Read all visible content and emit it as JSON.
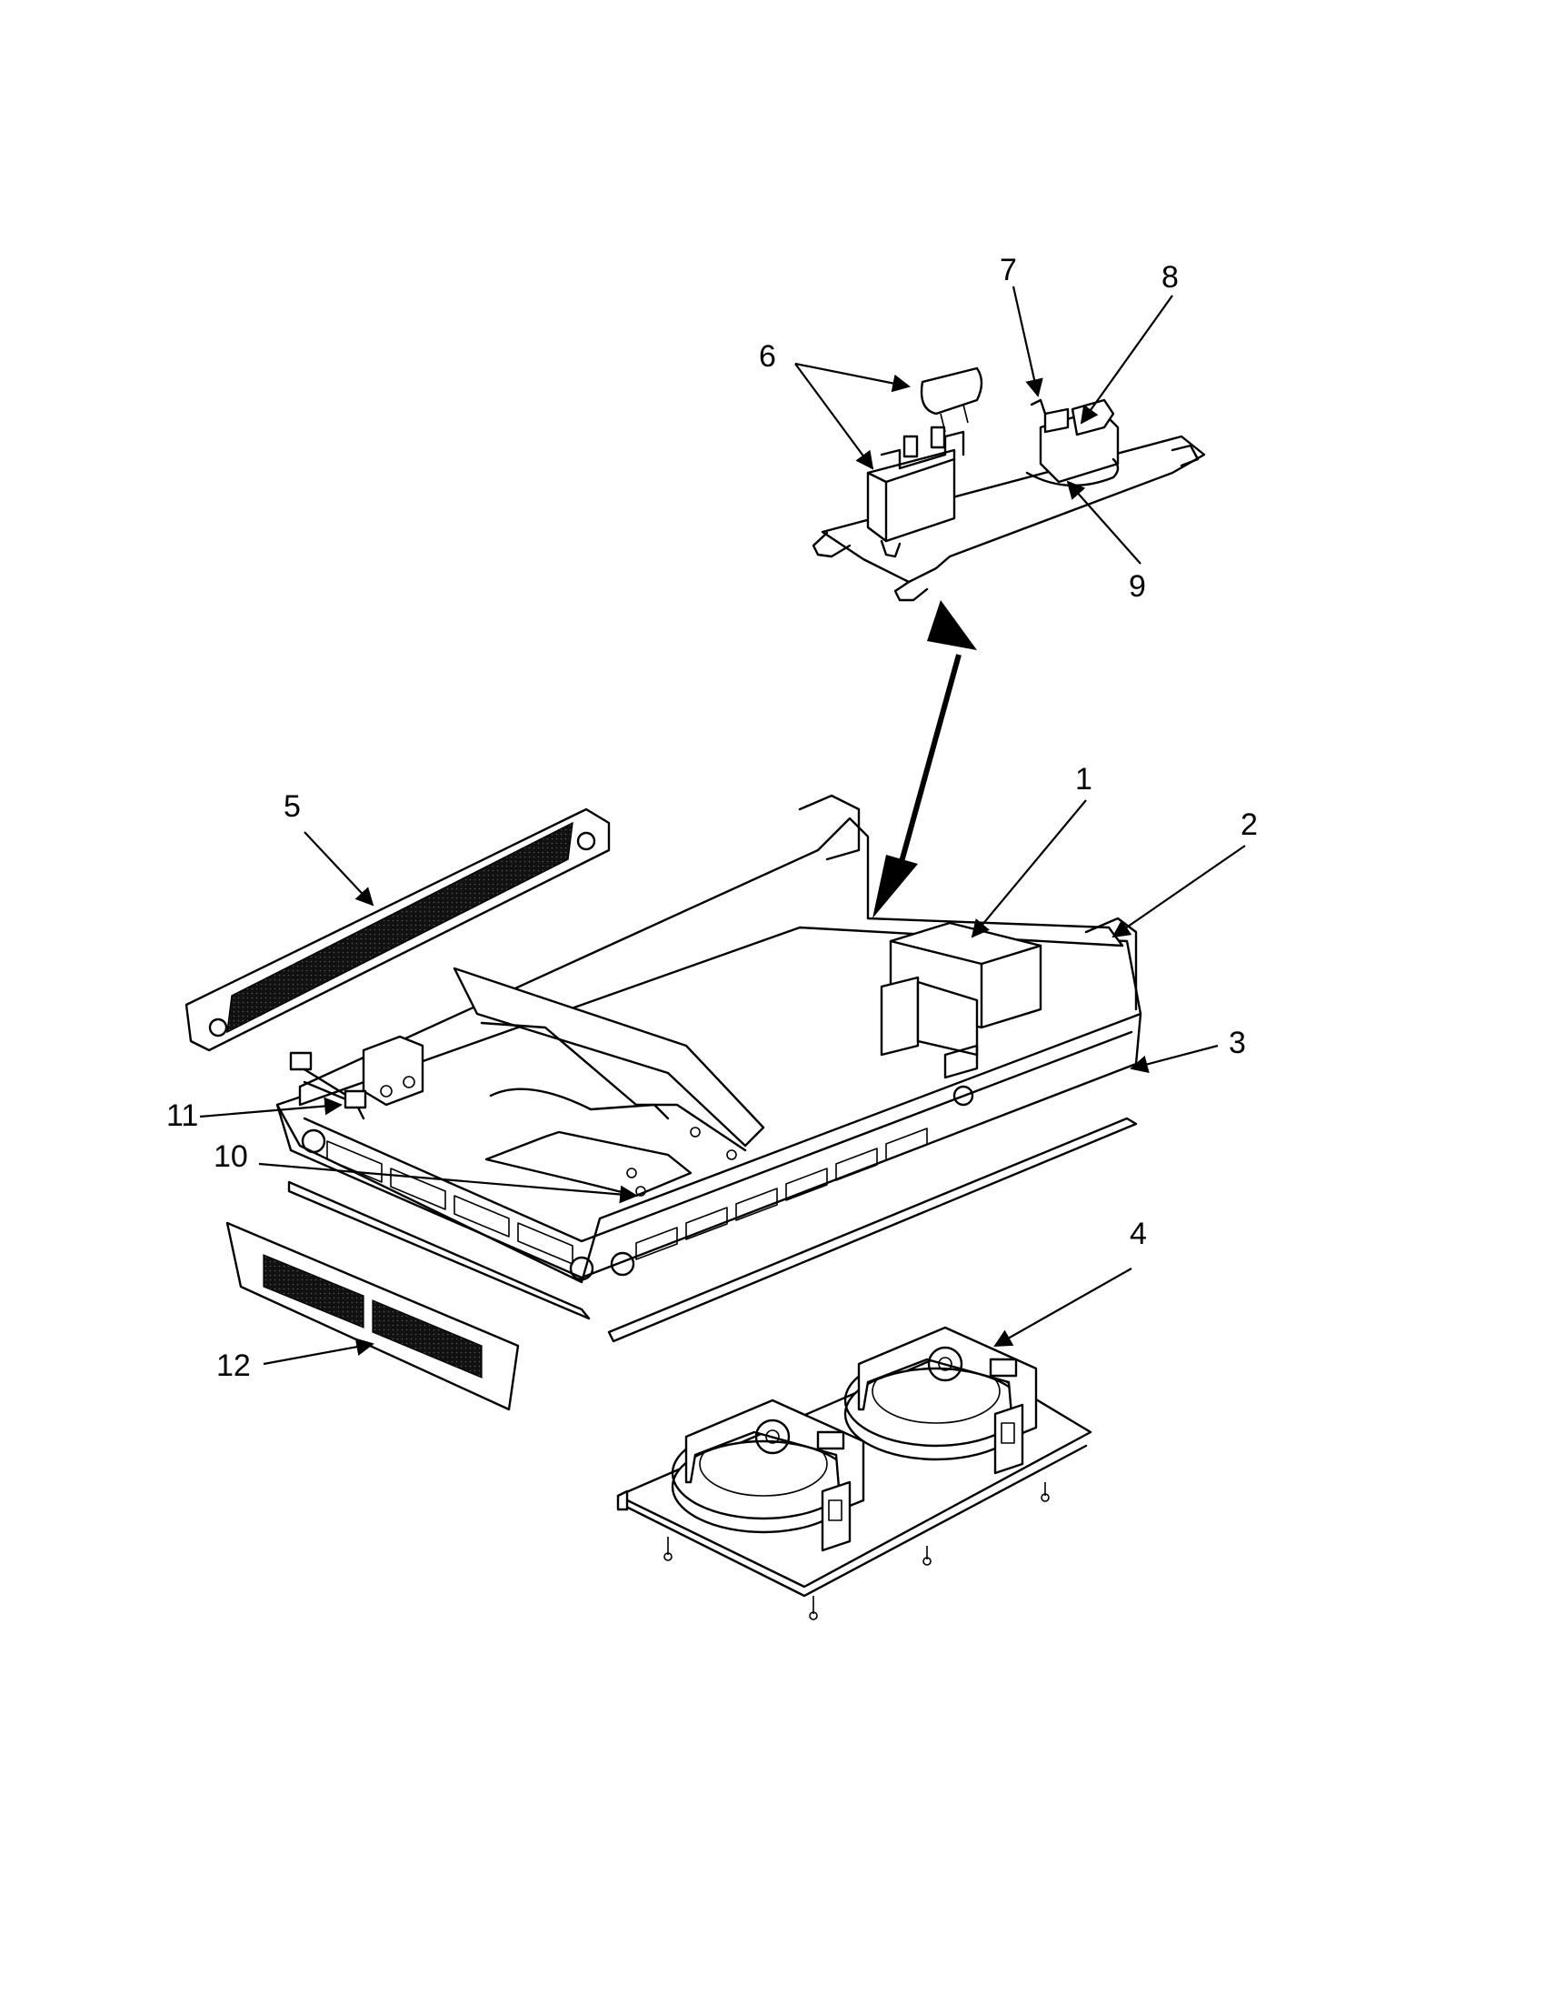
{
  "diagram": {
    "callouts": [
      {
        "id": "1",
        "label": "1"
      },
      {
        "id": "2",
        "label": "2"
      },
      {
        "id": "3",
        "label": "3"
      },
      {
        "id": "4",
        "label": "4"
      },
      {
        "id": "5",
        "label": "5"
      },
      {
        "id": "6",
        "label": "6"
      },
      {
        "id": "7",
        "label": "7"
      },
      {
        "id": "8",
        "label": "8"
      },
      {
        "id": "9",
        "label": "9"
      },
      {
        "id": "10",
        "label": "10"
      },
      {
        "id": "11",
        "label": "11"
      },
      {
        "id": "12",
        "label": "12"
      }
    ],
    "colors": {
      "line": "#000000",
      "background": "#ffffff",
      "grille": "#111111"
    }
  }
}
